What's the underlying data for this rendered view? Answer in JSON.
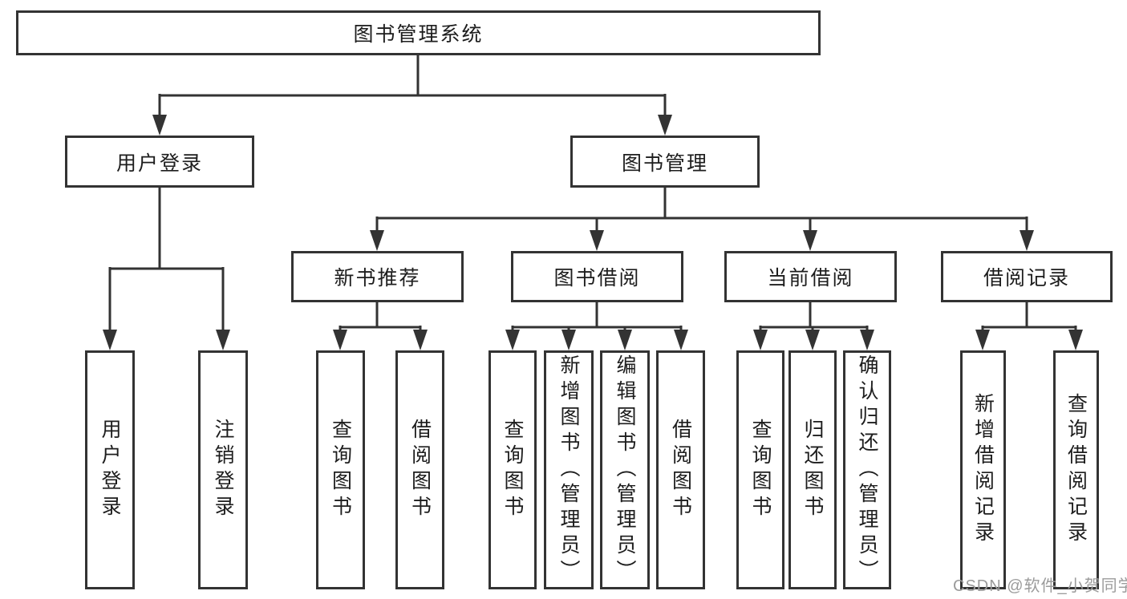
{
  "tree": {
    "label": "图书管理系统",
    "children": [
      {
        "label": "用户登录",
        "children": [
          {
            "label": "用户登录"
          },
          {
            "label": "注销登录"
          }
        ]
      },
      {
        "label": "图书管理",
        "children": [
          {
            "label": "新书推荐",
            "children": [
              {
                "label": "查询图书"
              },
              {
                "label": "借阅图书"
              }
            ]
          },
          {
            "label": "图书借阅",
            "children": [
              {
                "label": "查询图书"
              },
              {
                "label": "新增图书（管理员）"
              },
              {
                "label": "编辑图书（管理员）"
              },
              {
                "label": "借阅图书"
              }
            ]
          },
          {
            "label": "当前借阅",
            "children": [
              {
                "label": "查询图书"
              },
              {
                "label": "归还图书"
              },
              {
                "label": "确认归还（管理员）"
              }
            ]
          },
          {
            "label": "借阅记录",
            "children": [
              {
                "label": "新增借阅记录"
              },
              {
                "label": "查询借阅记录"
              }
            ]
          }
        ]
      }
    ]
  },
  "watermark": {
    "text": "CSDN @软件_小贺同学"
  },
  "colors": {
    "line": "#333333",
    "box_border": "#333333",
    "text": "#1d1d1d",
    "watermark": "#9b9b9b",
    "background": "#ffffff"
  }
}
